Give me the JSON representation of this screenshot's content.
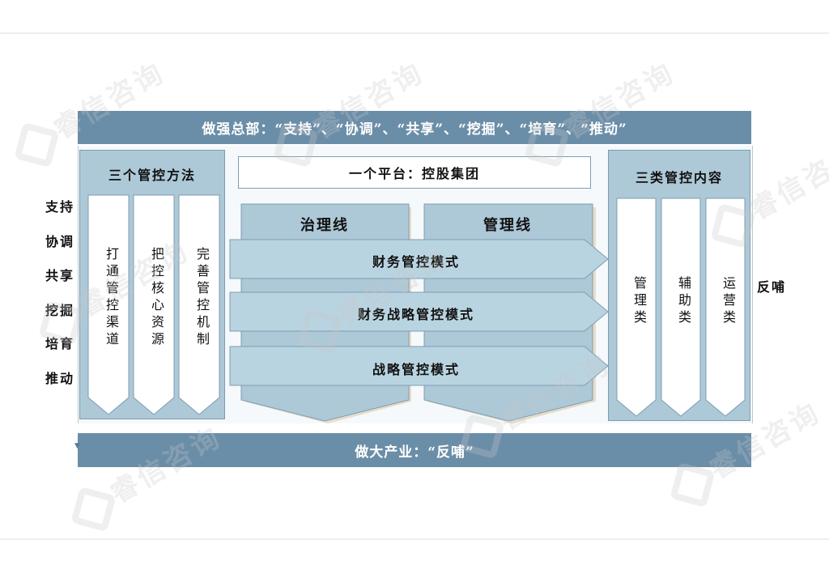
{
  "top_bar": {
    "text": "做强总部：“支持”、“协调”、“共享”、“挖掘”、“培育”、“推动”"
  },
  "bottom_bar": {
    "text": "做大产业：“反哺”"
  },
  "left_panel": {
    "title": "三个管控方法",
    "items": [
      "打通管控渠道",
      "把控核心资源",
      "完善管控机制"
    ]
  },
  "right_panel": {
    "title": "三类管控内容",
    "items": [
      "管理类",
      "辅助类",
      "运营类"
    ]
  },
  "platform": {
    "text": "一个平台：控股集团"
  },
  "columns": [
    "治理线",
    "管理线"
  ],
  "modes": [
    "财务管控模式",
    "财务战略管控模式",
    "战略管控模式"
  ],
  "left_labels": [
    "支持",
    "协调",
    "共享",
    "挖掘",
    "培育",
    "推动"
  ],
  "right_label": "反哺",
  "watermark": "睿信咨询",
  "colors": {
    "bar": "#6b8ea8",
    "panel": "#adc8d7",
    "chevron": "#ffffff",
    "arrow": "#b7d3e0",
    "border": "#7e9db1"
  }
}
